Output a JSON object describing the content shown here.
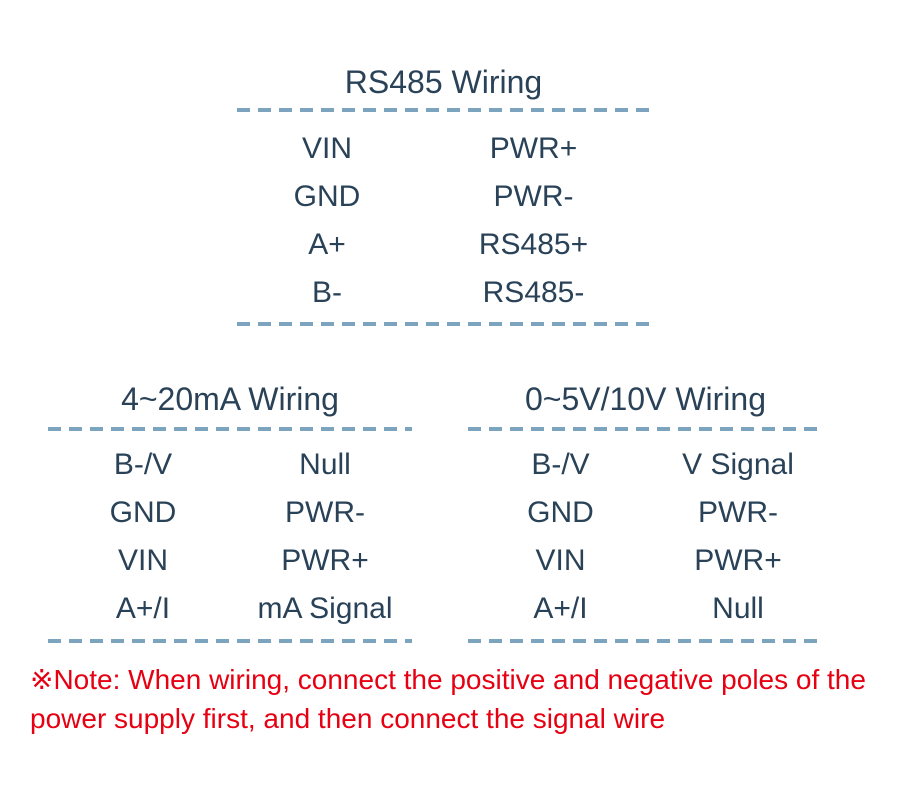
{
  "colors": {
    "text_navy": "#2a4257",
    "dash_blue": "#7da4bf",
    "note_red": "#e60012",
    "background": "#ffffff"
  },
  "sections": [
    {
      "id": "rs485",
      "title": "RS485 Wiring",
      "rows": [
        [
          "VIN",
          "PWR+"
        ],
        [
          "GND",
          "PWR-"
        ],
        [
          "A+",
          "RS485+"
        ],
        [
          "B-",
          "RS485-"
        ]
      ]
    },
    {
      "id": "current_4_20ma",
      "title": "4~20mA Wiring",
      "rows": [
        [
          "B-/V",
          "Null"
        ],
        [
          "GND",
          "PWR-"
        ],
        [
          "VIN",
          "PWR+"
        ],
        [
          "A+/I",
          "mA Signal"
        ]
      ]
    },
    {
      "id": "voltage_0_5v_10v",
      "title": "0~5V/10V Wiring",
      "rows": [
        [
          "B-/V",
          "V Signal"
        ],
        [
          "GND",
          "PWR-"
        ],
        [
          "VIN",
          "PWR+"
        ],
        [
          "A+/I",
          "Null"
        ]
      ]
    }
  ],
  "note": {
    "full_text": "※Note: When wiring, connect the positive and negative poles of the power supply first, and then connect the signal wire",
    "lines": [
      "※Note: When wiring, connect the positive and negative poles of the",
      "power supply first, and then connect the signal wire"
    ]
  }
}
